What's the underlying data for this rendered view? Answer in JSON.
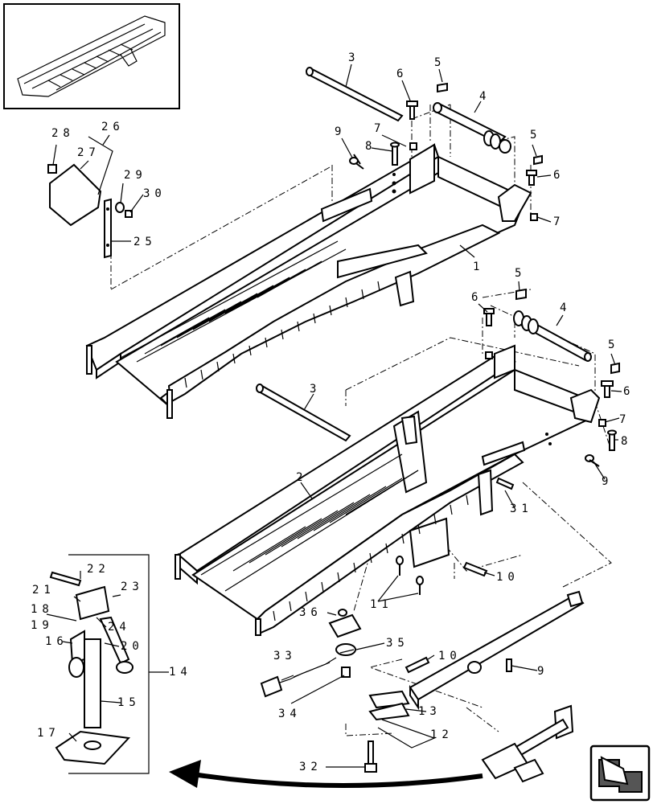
{
  "callouts": [
    {
      "id": "c3a",
      "text": "3"
    },
    {
      "id": "c5a",
      "text": "5"
    },
    {
      "id": "c6a",
      "text": "6"
    },
    {
      "id": "c4a",
      "text": "4"
    },
    {
      "id": "c28",
      "text": "28"
    },
    {
      "id": "c26",
      "text": "26"
    },
    {
      "id": "c27",
      "text": "27"
    },
    {
      "id": "c9a",
      "text": "9"
    },
    {
      "id": "c7a",
      "text": "7"
    },
    {
      "id": "c8a",
      "text": "8"
    },
    {
      "id": "c5b",
      "text": "5"
    },
    {
      "id": "c6b",
      "text": "6"
    },
    {
      "id": "c7b",
      "text": "7"
    },
    {
      "id": "c29",
      "text": "29"
    },
    {
      "id": "c30",
      "text": "30"
    },
    {
      "id": "c25",
      "text": "25"
    },
    {
      "id": "c1",
      "text": "1"
    },
    {
      "id": "c5c",
      "text": "5"
    },
    {
      "id": "c6c",
      "text": "6"
    },
    {
      "id": "c4b",
      "text": "4"
    },
    {
      "id": "c5d",
      "text": "5"
    },
    {
      "id": "c6d",
      "text": "6"
    },
    {
      "id": "c7c",
      "text": "7"
    },
    {
      "id": "c8b",
      "text": "8"
    },
    {
      "id": "c9b",
      "text": "9"
    },
    {
      "id": "c3b",
      "text": "3"
    },
    {
      "id": "c2",
      "text": "2"
    },
    {
      "id": "c31",
      "text": "31"
    },
    {
      "id": "c10a",
      "text": "10"
    },
    {
      "id": "c11",
      "text": "11"
    },
    {
      "id": "c22",
      "text": "22"
    },
    {
      "id": "c21",
      "text": "21"
    },
    {
      "id": "c23",
      "text": "23"
    },
    {
      "id": "c18",
      "text": "18"
    },
    {
      "id": "c19",
      "text": "19"
    },
    {
      "id": "c24",
      "text": "24"
    },
    {
      "id": "c16",
      "text": "16"
    },
    {
      "id": "c20",
      "text": "20"
    },
    {
      "id": "c36",
      "text": "36"
    },
    {
      "id": "c33",
      "text": "33"
    },
    {
      "id": "c35",
      "text": "35"
    },
    {
      "id": "c10b",
      "text": "10"
    },
    {
      "id": "c9c",
      "text": "9"
    },
    {
      "id": "c14",
      "text": "14"
    },
    {
      "id": "c15",
      "text": "15"
    },
    {
      "id": "c34",
      "text": "34"
    },
    {
      "id": "c13",
      "text": "13"
    },
    {
      "id": "c12",
      "text": "12"
    },
    {
      "id": "c17",
      "text": "17"
    },
    {
      "id": "c32",
      "text": "32"
    }
  ]
}
